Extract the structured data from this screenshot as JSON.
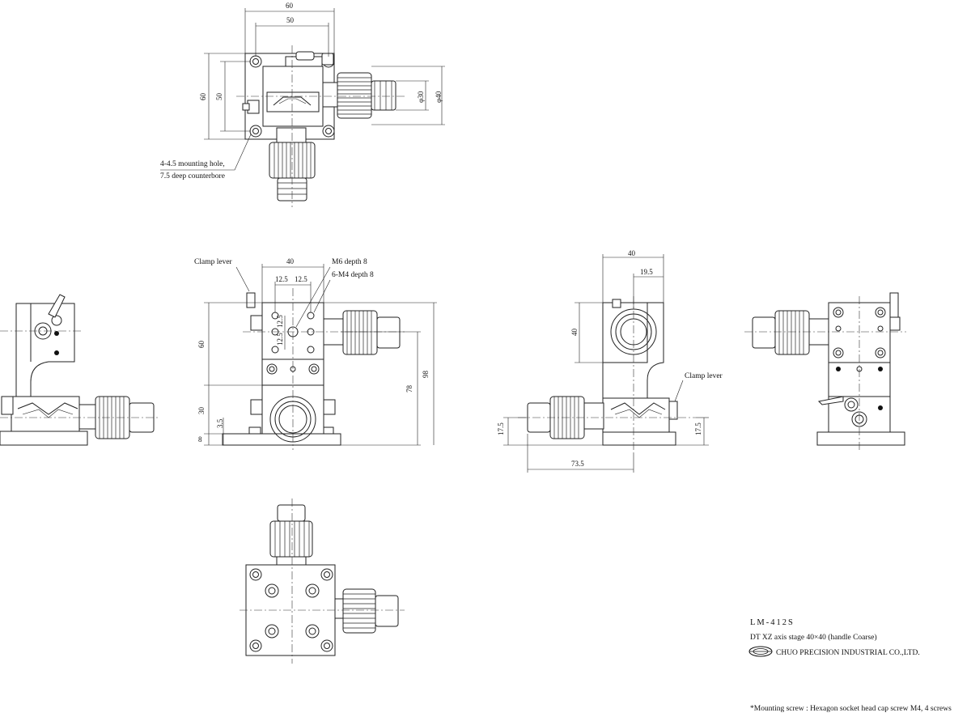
{
  "drawing": {
    "model": "LM-412S",
    "description": "DT  XZ axis stage  40×40 (handle Coarse)",
    "company": "CHUO PRECISION INDUSTRIAL CO.,LTD.",
    "footnote": "*Mounting screw : Hexagon socket head cap screw M4, 4 screws"
  },
  "labels": {
    "mounting_hole_1": "4-4.5 mounting hole,",
    "mounting_hole_2": "7.5 deep counterbore",
    "clamp_lever_front": "Clamp lever",
    "clamp_lever_side": "Clamp lever",
    "m6_depth": "M6 depth 8",
    "m4_depth": "6-M4 depth 8"
  },
  "dimensions": {
    "top_width_60": "60",
    "top_width_50": "50",
    "top_height_60": "60",
    "top_height_50": "50",
    "dia_30": "φ30",
    "dia_40": "φ40",
    "front_width_40": "40",
    "front_12_5_a": "12.5",
    "front_12_5_b": "12.5",
    "front_12_5_v1": "12.5",
    "front_12_5_v2": "12.5",
    "front_h_60": "60",
    "front_h_30": "30",
    "front_h_8": "8",
    "front_h_3_5": "3.5",
    "front_h_78": "78",
    "front_h_98": "98",
    "side_w_40": "40",
    "side_w_19_5": "19.5",
    "side_h_40": "40",
    "side_17_5_l": "17.5",
    "side_17_5_r": "17.5",
    "side_73_5": "73.5"
  },
  "logo": {
    "icon": "chuo-logo-icon"
  }
}
